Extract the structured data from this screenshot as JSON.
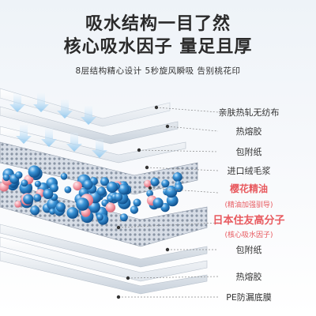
{
  "headline": {
    "line1": "吸水结构一目了然",
    "line2": "核心吸水因子 量足且厚"
  },
  "subtitle": "8层结构精心设计 5秒旋风瞬吸 告别桃花印",
  "layers": [
    {
      "name": "亲肤热轧无纺布"
    },
    {
      "name": "热熔胶"
    },
    {
      "name": "包附纸"
    },
    {
      "name": "进口绒毛浆"
    },
    {
      "name": "樱花精油",
      "note": "(精油加强驯导)",
      "highlight": true
    },
    {
      "name": "日本住友高分子",
      "note": "(核心吸水因子)",
      "highlight": true
    },
    {
      "name": "包附纸"
    },
    {
      "name": "热熔胶"
    },
    {
      "name": "PE防漏底膜"
    }
  ],
  "colors": {
    "title": "#2b2b2b",
    "highlight": "#e85a5f",
    "bead_blue": "#2a83c8",
    "bead_pink": "#f39aa6",
    "sheet": "#ffffff",
    "mesh": "#9ea8b6",
    "arrow": "#a9d2f0",
    "leader": "#888888"
  }
}
